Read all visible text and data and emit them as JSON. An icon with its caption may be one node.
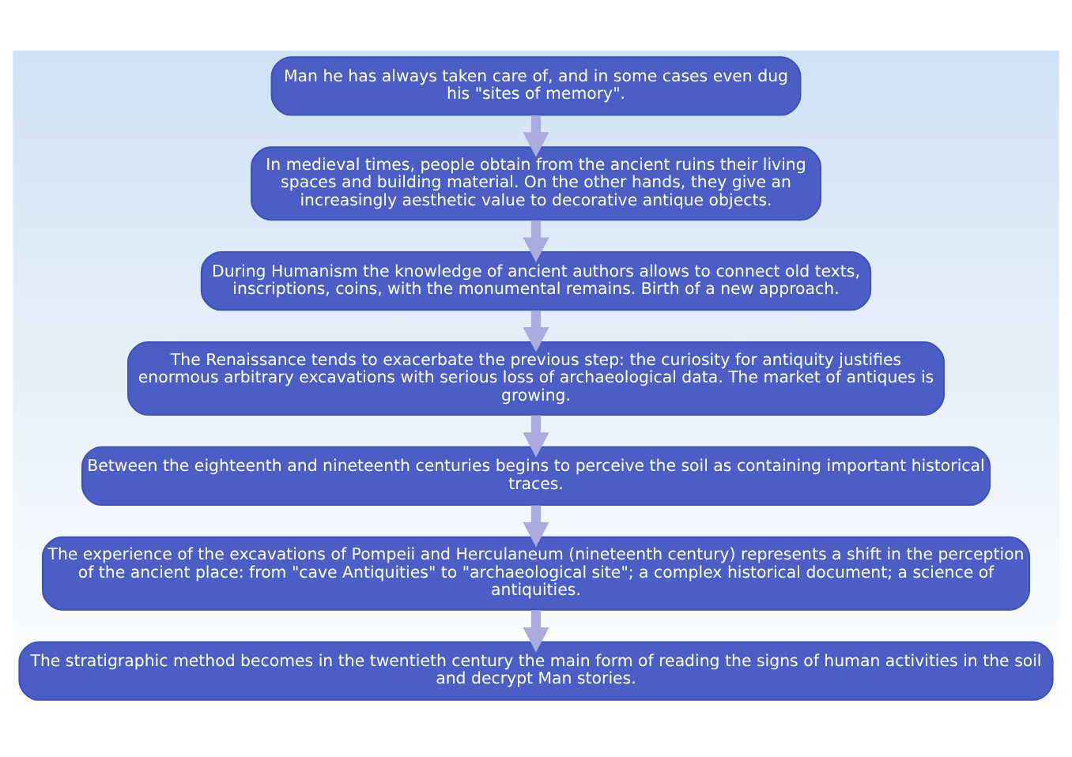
{
  "diagram": {
    "nodes": [
      {
        "text": [
          "Man he has always taken care of, and in some cases even dug his \"sites of memory\"."
        ]
      },
      {
        "text": [
          "In medieval times, people obtain from the ancient ruins their living spaces and building material. On the other hands, they give an increasingly aesthetic value to decorative antique objects."
        ]
      },
      {
        "text": [
          "During Humanism the knowledge of ancient authors allows to connect old texts, inscriptions, coins, with the monumental remains. Birth of a new approach."
        ]
      },
      {
        "text": [
          "The Renaissance tends to exacerbate the previous step: the curiosity for antiquity justifies enormous arbitrary excavations with serious loss of archaeological data. The market of antiques is growing."
        ]
      },
      {
        "text": [
          "Between the eighteenth and nineteenth centuries begins to perceive the soil as containing important historical traces."
        ]
      },
      {
        "text": [
          "The experience of the excavations of Pompeii and Herculaneum (nineteenth century) represents a shift in the perception of the ancient place: from \"cave Antiquities\" to \"archaeological site\"; a complex historical document; a science of antiquities."
        ]
      },
      {
        "text": [
          "The stratigraphic method becomes in the twentieth century the main form of reading the signs of human activities in the soil and decrypt Man stories."
        ]
      }
    ],
    "edges": [
      {
        "from": 0,
        "to": 1,
        "arrow": "to"
      },
      {
        "from": 1,
        "to": 2,
        "arrow": "to"
      },
      {
        "from": 2,
        "to": 3,
        "arrow": "to"
      },
      {
        "from": 3,
        "to": 4,
        "arrow": "to"
      },
      {
        "from": 4,
        "to": 5,
        "arrow": "to"
      },
      {
        "from": 5,
        "to": 6,
        "arrow": "to"
      }
    ]
  }
}
